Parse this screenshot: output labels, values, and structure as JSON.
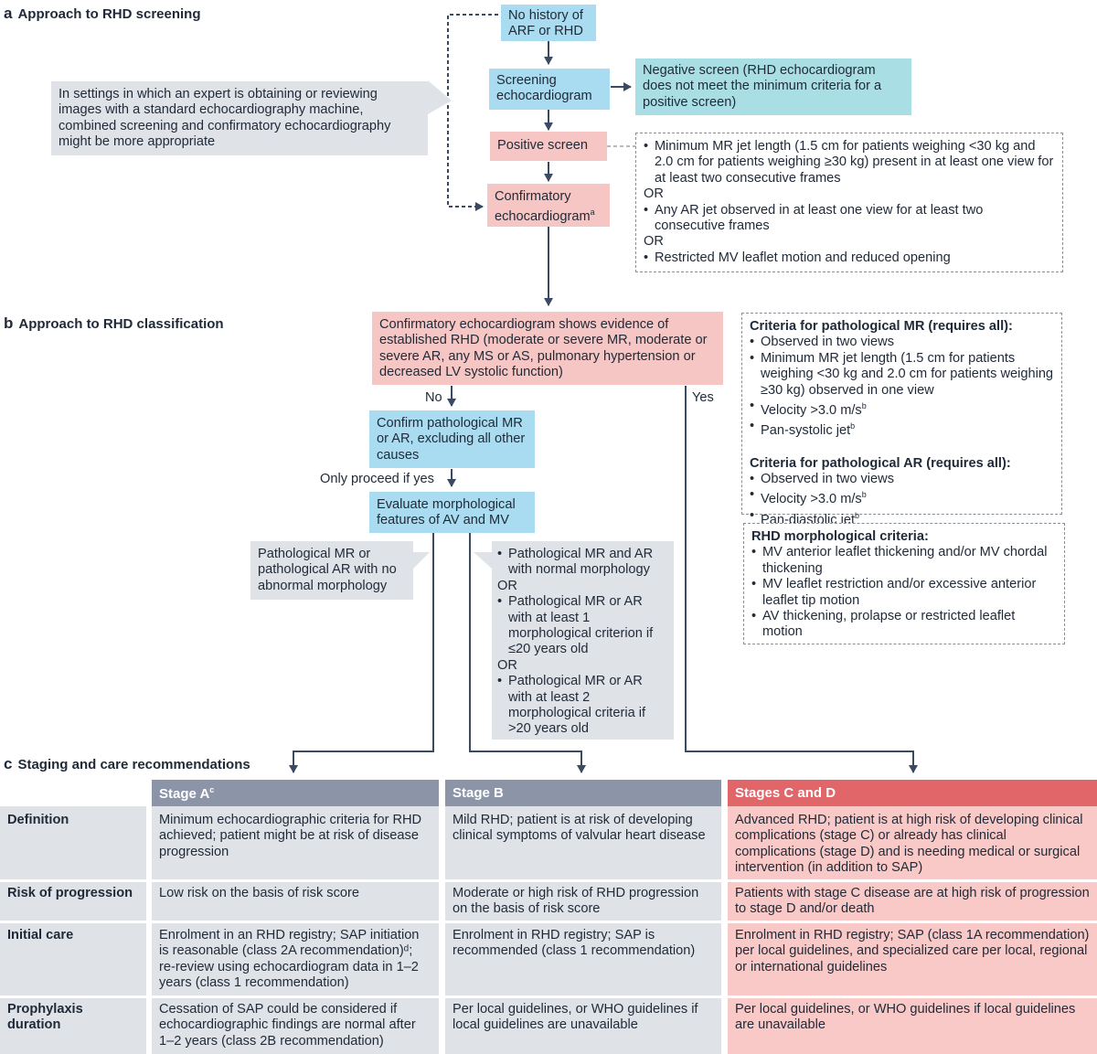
{
  "sections": {
    "a": {
      "letter": "a",
      "title": "Approach to RHD screening"
    },
    "b": {
      "letter": "b",
      "title": "Approach to RHD classification"
    },
    "c": {
      "letter": "c",
      "title": "Staging and care recommendations"
    }
  },
  "screening": {
    "no_history": "No history of ARF or RHD",
    "screening_echo": "Screening echocardiogram",
    "negative": "Negative screen (RHD echocardiogram does not meet the minimum criteria for a positive screen)",
    "positive": "Positive screen",
    "confirmatory": "Confirmatory echocardiogram",
    "confirmatory_sup": "a",
    "expert_note": "In settings in which an expert is obtaining or reviewing images with a standard echocardiography machine, combined screening and confirmatory echocardiography might be more appropriate",
    "criteria": [
      {
        "type": "bullet",
        "text": "Minimum MR jet length (1.5 cm for patients weighing <30 kg and 2.0 cm for patients weighing ≥30 kg) present in at least one view for at least two consecutive frames"
      },
      {
        "type": "or",
        "text": "OR"
      },
      {
        "type": "bullet",
        "text": "Any AR jet observed in at least one view for at least two consecutive frames"
      },
      {
        "type": "or",
        "text": "OR"
      },
      {
        "type": "bullet",
        "text": "Restricted MV leaflet motion and reduced opening"
      }
    ]
  },
  "classification": {
    "established": "Confirmatory echocardiogram shows evidence of established RHD (moderate or severe MR, moderate or severe AR, any MS or AS, pulmonary hypertension or decreased LV systolic function)",
    "no_label": "No",
    "yes_label": "Yes",
    "confirm_path": "Confirm pathological MR or AR, excluding all other causes",
    "proceed_label": "Only proceed if yes",
    "evaluate": "Evaluate morphological features of AV and MV",
    "no_abnormal": "Pathological MR or pathological AR with no abnormal morphology",
    "stage_b_criteria": [
      {
        "type": "bullet",
        "text": "Pathological MR and AR with normal morphology"
      },
      {
        "type": "or",
        "text": "OR"
      },
      {
        "type": "bullet",
        "text": "Pathological MR or AR with at least 1 morphological criterion if ≤20 years old"
      },
      {
        "type": "or",
        "text": "OR"
      },
      {
        "type": "bullet",
        "text": "Pathological MR or AR with at least 2 morphological criteria if >20 years old"
      }
    ],
    "mr_criteria": {
      "title": "Criteria for pathological MR (requires all):",
      "items": [
        {
          "text": "Observed in two views",
          "sup": ""
        },
        {
          "text": "Minimum MR jet length (1.5 cm for patients weighing <30 kg and 2.0 cm for patients weighing ≥30 kg) observed in one view",
          "sup": ""
        },
        {
          "text": "Velocity >3.0 m/s",
          "sup": "b"
        },
        {
          "text": "Pan-systolic jet",
          "sup": "b"
        }
      ]
    },
    "ar_criteria": {
      "title": "Criteria for pathological AR (requires all):",
      "items": [
        {
          "text": "Observed in two views",
          "sup": ""
        },
        {
          "text": "Velocity >3.0 m/s",
          "sup": "b"
        },
        {
          "text": "Pan-diastolic jet",
          "sup": "b"
        }
      ]
    },
    "morph_criteria": {
      "title": "RHD morphological criteria:",
      "items": [
        {
          "text": "MV anterior leaflet thickening and/or MV chordal thickening"
        },
        {
          "text": "MV leaflet restriction and/or excessive anterior leaflet tip motion"
        },
        {
          "text": "AV thickening, prolapse or restricted leaflet motion"
        }
      ]
    }
  },
  "staging": {
    "headers": [
      {
        "label": "Stage A",
        "sup": "c"
      },
      {
        "label": "Stage B",
        "sup": ""
      },
      {
        "label": "Stages C and D",
        "sup": ""
      }
    ],
    "rows": [
      {
        "label": "Definition",
        "cells": [
          "Minimum echocardiographic criteria for RHD achieved; patient might be at risk of disease progression",
          "Mild RHD; patient is at risk of developing clinical symptoms of valvular heart disease",
          "Advanced RHD; patient is at high risk of developing clinical complications (stage C) or already has clinical complications (stage D) and is needing medical or surgical intervention (in addition to SAP)"
        ]
      },
      {
        "label": "Risk of progression",
        "cells": [
          "Low risk on the basis of risk score",
          "Moderate or high risk of RHD progression on the basis of risk score",
          "Patients with stage C disease are at high risk of progression to stage D and/or death"
        ]
      },
      {
        "label": "Initial care",
        "cells": [
          "Enrolment in an RHD registry; SAP initiation is reasonable (class 2A recommendation)ᵈ; re-review using echocardiogram data in 1–2 years (class 1 recommendation)",
          "Enrolment in RHD registry; SAP is recommended (class 1 recommendation)",
          "Enrolment in RHD registry; SAP (class 1A recommendation) per local guidelines, and specialized care per local, regional or international guidelines"
        ]
      },
      {
        "label": "Prophylaxis duration",
        "cells": [
          "Cessation of SAP could be considered if echocardiographic findings are normal after 1–2 years (class 2B recommendation)",
          "Per local guidelines, or WHO guidelines if local guidelines are unavailable",
          "Per local guidelines, or WHO guidelines if local guidelines are unavailable"
        ]
      }
    ]
  },
  "colors": {
    "blue": "#a9dcf0",
    "pink": "#f5c6c3",
    "grey": "#dfe3e8",
    "stage_header": "#8c95a8",
    "stage_cd_header": "#e0666a",
    "stage_ab_body": "#dfe3e8",
    "stage_cd_body": "#f8c9c6",
    "line": "#3b4a63"
  }
}
